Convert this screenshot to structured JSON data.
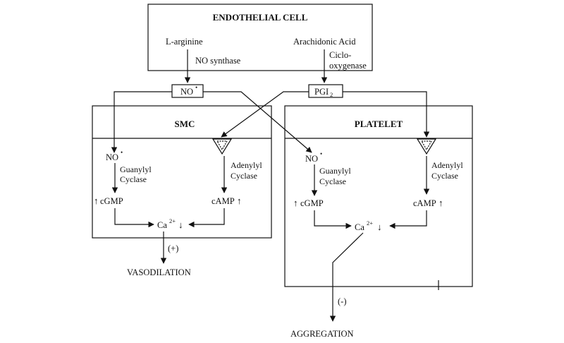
{
  "endothelial": {
    "title": "ENDOTHELIAL CELL",
    "l_arginine": "L-arginine",
    "no_synthase": "NO synthase",
    "arachidonic_acid": "Arachidonic Acid",
    "ciclo": "Ciclo-",
    "oxygenase": "oxygenase"
  },
  "mediators": {
    "no": "NO",
    "no_dot": "•",
    "pgi": "PGI",
    "pgi_sub": "2"
  },
  "smc": {
    "title": "SMC",
    "no": "NO",
    "no_dot": "•",
    "guanylyl": "Guanylyl",
    "guanylyl_cyclase": "Cyclase",
    "adenylyl": "Adenylyl",
    "adenylyl_cyclase": "Cyclase",
    "cgmp": "cGMP",
    "camp": "cAMP",
    "ca": "Ca",
    "ca_sup": "2+"
  },
  "platelet": {
    "title": "PLATELET",
    "no": "NO",
    "no_dot": "•",
    "guanylyl": "Guanylyl",
    "guanylyl_cyclase": "Cyclase",
    "adenylyl": "Adenylyl",
    "adenylyl_cyclase": "Cyclase",
    "cgmp": "cGMP",
    "camp": "cAMP",
    "ca": "Ca",
    "ca_sup": "2+"
  },
  "outcomes": {
    "plus": "(+)",
    "vasodilation": "VASODILATION",
    "minus": "(-)",
    "aggregation": "AGGREGATION"
  }
}
